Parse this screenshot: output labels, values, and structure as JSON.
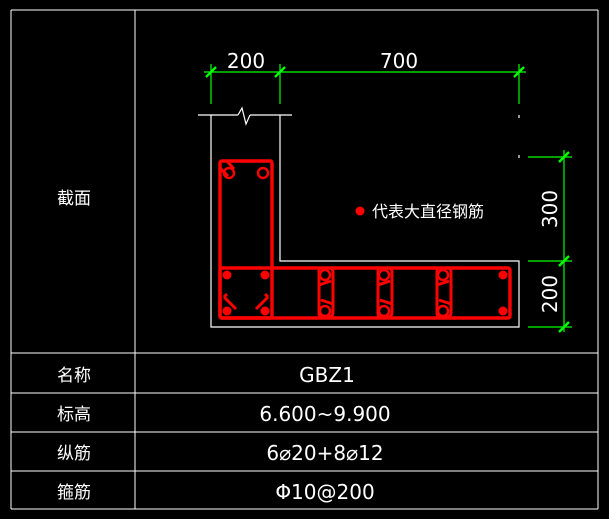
{
  "table": {
    "section_label": "截面",
    "rows": [
      {
        "label": "名称",
        "value": "GBZ1"
      },
      {
        "label": "标高",
        "value": "6.600~9.900"
      },
      {
        "label": "纵筋",
        "value": "6⌀20+8⌀12"
      },
      {
        "label": "箍筋",
        "value": "Φ10@200"
      }
    ]
  },
  "drawing": {
    "dimensions": {
      "top_left": "200",
      "top_right": "700",
      "side_upper": "300",
      "side_lower": "200"
    },
    "legend_text": "代表大直径钢筋"
  },
  "colors": {
    "background": "#000000",
    "grid": "#ffffff",
    "outline": "#ffffff",
    "rebar": "#ff0000",
    "dimension": "#00ff00",
    "text": "#ffffff"
  }
}
